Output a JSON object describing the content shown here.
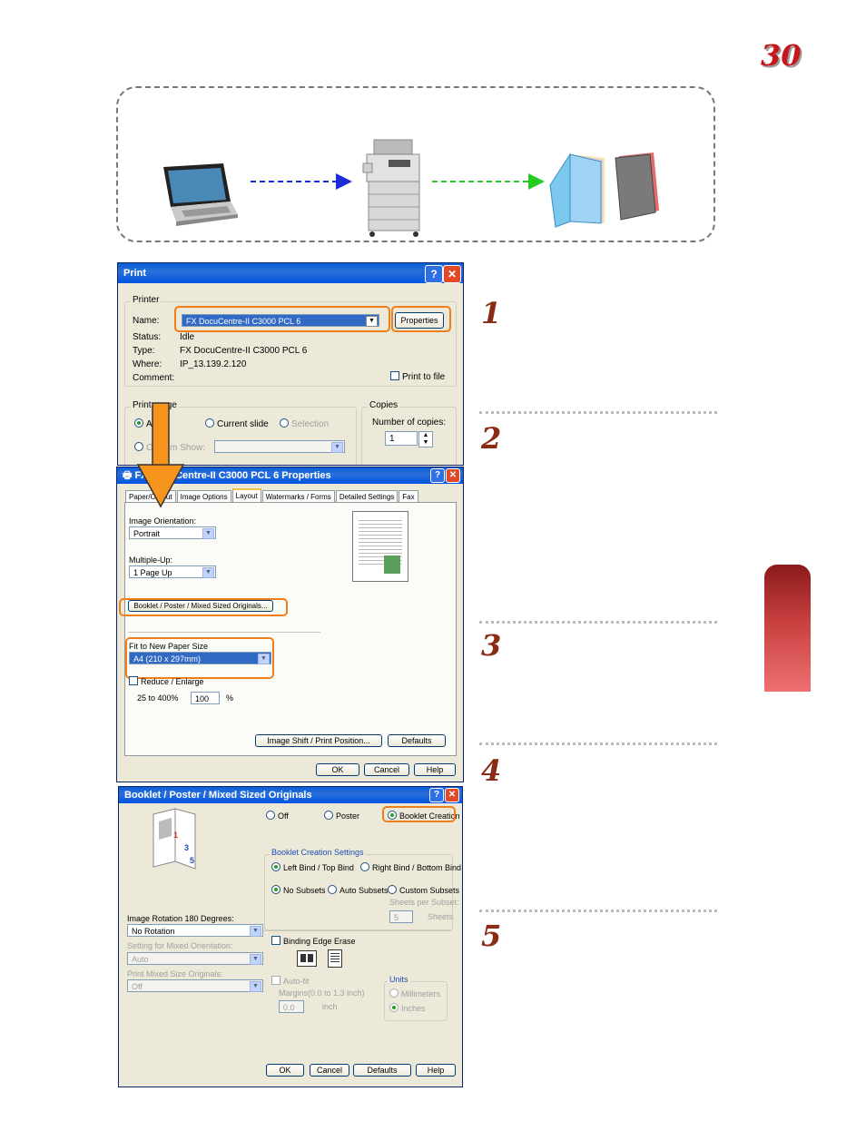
{
  "page_number": "30",
  "steps": [
    "1",
    "2",
    "3",
    "4",
    "5"
  ],
  "print_dialog": {
    "title": "Print",
    "printer_group": "Printer",
    "name_label": "Name:",
    "name_value": "FX DocuCentre-II C3000 PCL 6",
    "properties_button": "Properties",
    "status_label": "Status:",
    "status_value": "Idle",
    "type_label": "Type:",
    "type_value": "FX DocuCentre-II C3000 PCL 6",
    "where_label": "Where:",
    "where_value": "IP_13.139.2.120",
    "comment_label": "Comment:",
    "print_to_file": "Print to file",
    "range_group": "Print range",
    "all_radio": "All",
    "current_slide": "Current slide",
    "selection": "Selection",
    "custom_show": "Custom Show:",
    "copies_group": "Copies",
    "number_of_copies": "Number of copies:",
    "copies_value": "1"
  },
  "properties_dialog": {
    "title": "FX DocuCentre-II C3000 PCL 6 Properties",
    "tabs": [
      "Paper/Output",
      "Image Options",
      "Layout",
      "Watermarks / Forms",
      "Detailed Settings",
      "Fax"
    ],
    "image_orientation_label": "Image Orientation:",
    "image_orientation_value": "Portrait",
    "multiple_up_label": "Multiple-Up:",
    "multiple_up_value": "1 Page Up",
    "booklet_button": "Booklet / Poster / Mixed Sized Originals...",
    "fit_label": "Fit to New Paper Size",
    "fit_value": "A4 (210 x 297mm)",
    "reduce_enlarge": "Reduce / Enlarge",
    "range_label": "25 to 400%",
    "percent_value": "100",
    "percent_sign": "%",
    "image_shift_button": "Image Shift / Print Position...",
    "defaults_button": "Defaults",
    "ok": "OK",
    "cancel": "Cancel",
    "help": "Help"
  },
  "booklet_dialog": {
    "title": "Booklet / Poster / Mixed Sized Originals",
    "off": "Off",
    "poster": "Poster",
    "booklet_creation": "Booklet Creation",
    "settings_group": "Booklet Creation Settings",
    "left_bind": "Left Bind / Top Bind",
    "right_bind": "Right Bind / Bottom Bind",
    "no_subsets": "No Subsets",
    "auto_subsets": "Auto Subsets",
    "custom_subsets": "Custom Subsets",
    "sheets_per_subset": "Sheets per Subset:",
    "subset_value": "5",
    "sheets_unit": "Sheets",
    "image_rotation_label": "Image Rotation 180 Degrees:",
    "image_rotation_value": "No Rotation",
    "mixed_orientation_label": "Setting for Mixed Orientation:",
    "mixed_orientation_value": "Auto",
    "mixed_size_label": "Print Mixed Size Originals:",
    "mixed_size_value": "Off",
    "binding_edge_erase": "Binding Edge Erase",
    "auto_fit": "Auto-fit",
    "margins_label": "Margins(0.0 to 1.3 inch)",
    "margin_value": "0.0",
    "inch": "inch",
    "units_group": "Units",
    "millimeters": "Millimeters",
    "inches": "Inches",
    "ok": "OK",
    "cancel": "Cancel",
    "defaults": "Defaults",
    "help": "Help",
    "preview_numbers": [
      "1",
      "3",
      "5"
    ]
  },
  "colors": {
    "page_number": "#c8161b",
    "step_number": "#8a2b14",
    "highlight": "#f07e1a",
    "arrow_blue": "#1a2bd8",
    "arrow_green": "#22cc22",
    "xp_title": "#0054e3"
  }
}
